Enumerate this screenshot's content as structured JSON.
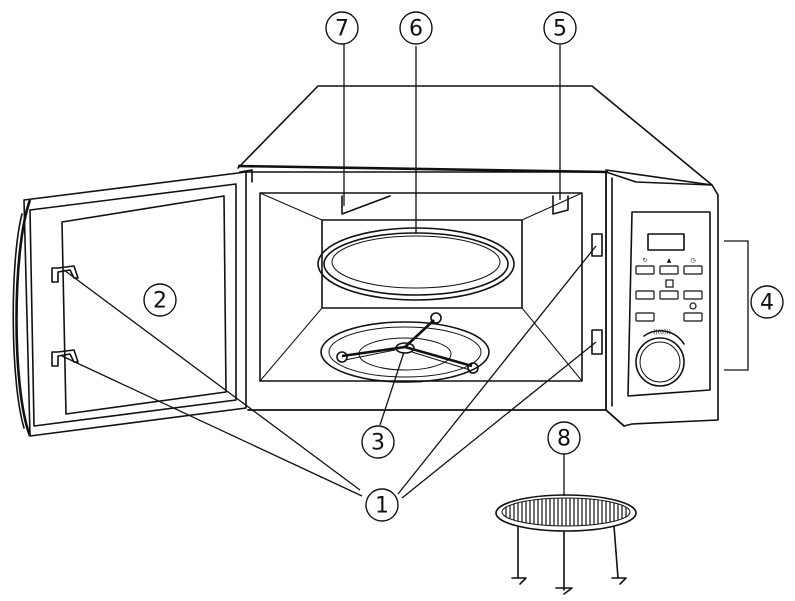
{
  "callouts": {
    "c1": "1",
    "c2": "2",
    "c3": "3",
    "c4": "4",
    "c5": "5",
    "c6": "6",
    "c7": "7",
    "c8": "8"
  },
  "panel": {
    "dial_label": "(((0)))"
  },
  "colors": {
    "line": "#111111",
    "background": "#ffffff"
  }
}
